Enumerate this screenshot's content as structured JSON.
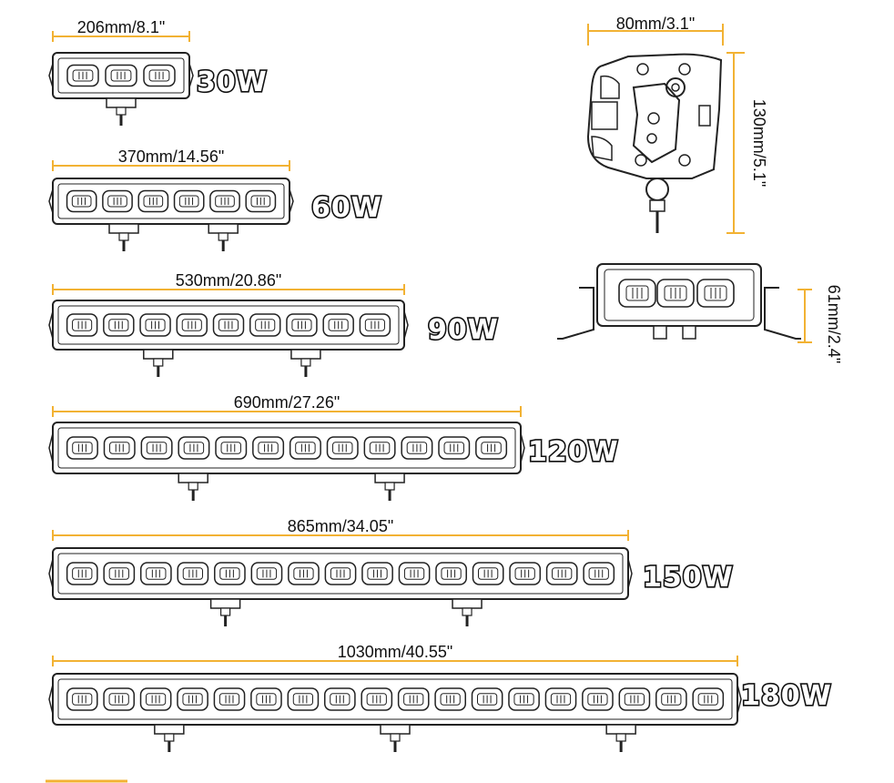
{
  "colors": {
    "dimension_line": "#F2B233",
    "outline": "#222222"
  },
  "bars": [
    {
      "power": "30W",
      "dimension": "206mm/8.1\"",
      "leds": 3,
      "brackets": 1
    },
    {
      "power": "60W",
      "dimension": "370mm/14.56\"",
      "leds": 6,
      "brackets": 2
    },
    {
      "power": "90W",
      "dimension": "530mm/20.86\"",
      "leds": 9,
      "brackets": 2
    },
    {
      "power": "120W",
      "dimension": "690mm/27.26\"",
      "leds": 12,
      "brackets": 2
    },
    {
      "power": "150W",
      "dimension": "865mm/34.05\"",
      "leds": 15,
      "brackets": 2
    },
    {
      "power": "180W",
      "dimension": "1030mm/40.55\"",
      "leds": 18,
      "brackets": 3
    }
  ],
  "side_view": {
    "width_label": "80mm/3.1\"",
    "height_label": "130mm/5.1\""
  },
  "front_view": {
    "height_label": "61mm/2.4\""
  }
}
